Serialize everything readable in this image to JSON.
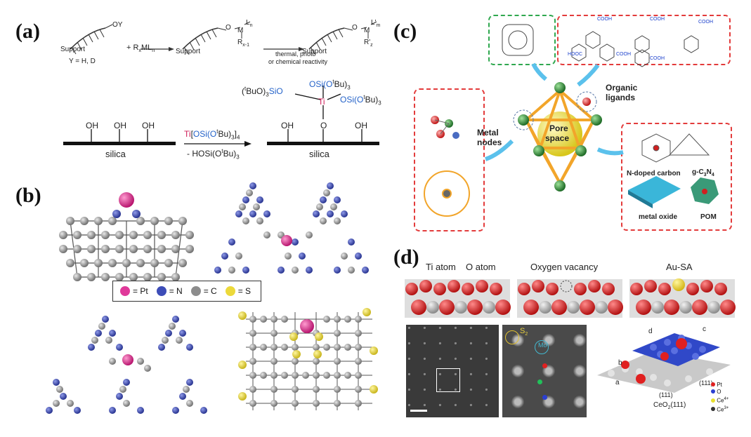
{
  "panels": {
    "a": {
      "label": "(a)",
      "support": "Support",
      "y_note": "Y = H, D",
      "oy": "OY",
      "reagent": "+ R",
      "reagent_x": "x",
      "reagent_ml": "ML",
      "reagent_n": "n",
      "m": "M",
      "ln": "L",
      "ln_n": "n",
      "rx1": "R",
      "rx1_sub": "x-1",
      "mp": "M",
      "lpm": "L'",
      "lpm_sub": "m",
      "rpz": "R'",
      "rpz_sub": "z",
      "o": "O",
      "arrow_note_1": "thermal, photo",
      "arrow_note_2": "or chemical reactivity",
      "silica": "silica",
      "oh": "OH",
      "ti_reagent": "Ti[OSi(O",
      "ti_reagent_t": "t",
      "ti_reagent_end": "Bu)",
      "ti_reagent_sub": "3",
      "ti_reagent_sub2": "4",
      "byproduct": "- HOSi(O",
      "byproduct_end": "Bu)",
      "byproduct_sub": "3",
      "ti": "Ti",
      "osi_top": "OSi(O",
      "osi_right": "OSi(O",
      "bu3": "Bu)",
      "three": "3",
      "t": "t",
      "left_group_1": "(",
      "left_group_2": "BuO)",
      "left_group_3": "SiO"
    },
    "b": {
      "label": "(b)",
      "legend": [
        {
          "label": "= Pt",
          "color": "#e0399a"
        },
        {
          "label": "= N",
          "color": "#3d4db8"
        },
        {
          "label": "= C",
          "color": "#8c8c8c"
        },
        {
          "label": "= S",
          "color": "#ecd93a"
        }
      ]
    },
    "c": {
      "label": "(c)",
      "metal_nodes": [
        "Metal",
        "nodes"
      ],
      "organic_ligands": [
        "Organic",
        "ligands"
      ],
      "pore_space": [
        "Pore",
        "space"
      ],
      "n_doped_carbon": "N-doped carbon",
      "gc3n4": "g-C",
      "gc3n4_sub3": "3",
      "gc3n4_N": "N",
      "gc3n4_sub4": "4",
      "metal_oxide": "metal oxide",
      "pom": "POM",
      "cooh": "COOH",
      "hooc": "HOOC"
    },
    "d": {
      "label": "(d)",
      "ti_atom": "Ti atom",
      "o_atom": "O atom",
      "oxygen_vacancy": "Oxygen vacancy",
      "au_sa": "Au-SA",
      "s2": "S",
      "s2_sub": "2",
      "mo": "Mo",
      "ceo2": "CeO",
      "ceo2_sub": "2",
      "ceo2_end": "(111)",
      "facet_111_a": "(111)",
      "facet_111_b": "(111)",
      "site_labels": [
        "a",
        "b",
        "c",
        "d"
      ],
      "legend": [
        {
          "label": "Pt",
          "color": "#e02020"
        },
        {
          "label": "O",
          "color": "#2b3fd1"
        },
        {
          "label": "Ce",
          "color": "#e8e030"
        },
        {
          "label": "Ce",
          "color": "#333333"
        }
      ],
      "legend_sup": [
        "",
        "",
        "4+",
        "3+"
      ]
    }
  },
  "colors": {
    "red_box": "#e33b3b",
    "green_box": "#2fa84f",
    "pt_pink": "#e0399a",
    "n_blue": "#3d4db8",
    "c_gray": "#8c8c8c",
    "s_yellow": "#ecd93a",
    "mof_orange": "#f2a52a",
    "node_green": "#2e9b3a",
    "pore_yellow": "#f1e84a",
    "arrow_cyan": "#5bc1ec"
  }
}
